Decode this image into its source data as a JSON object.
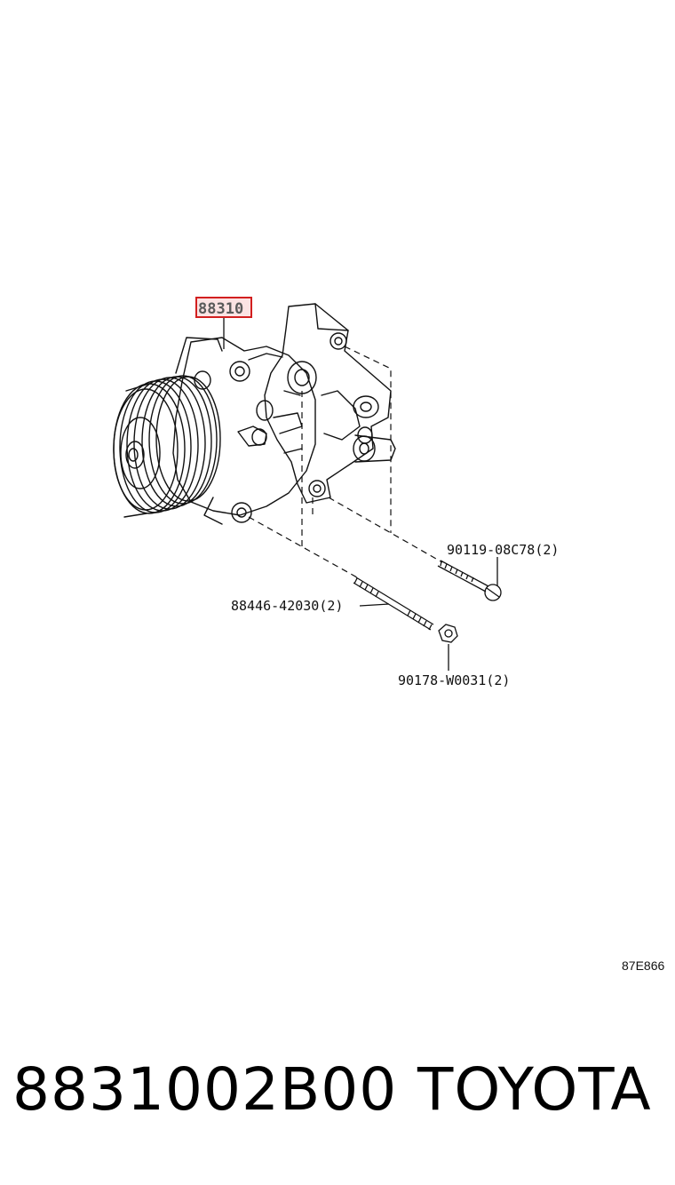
{
  "callouts": {
    "main_part": "88310",
    "bolt_upper": "90119-08C78(2)",
    "stud_bolt": "88446-42030(2)",
    "nut": "90178-W0031(2)"
  },
  "diagram_code": "87E866",
  "footer": {
    "part_number": "8831002B00",
    "brand": "TOYOTA"
  },
  "colors": {
    "highlight_border": "#d21f1f",
    "highlight_fill": "#fbe3e3",
    "line": "#111111"
  }
}
